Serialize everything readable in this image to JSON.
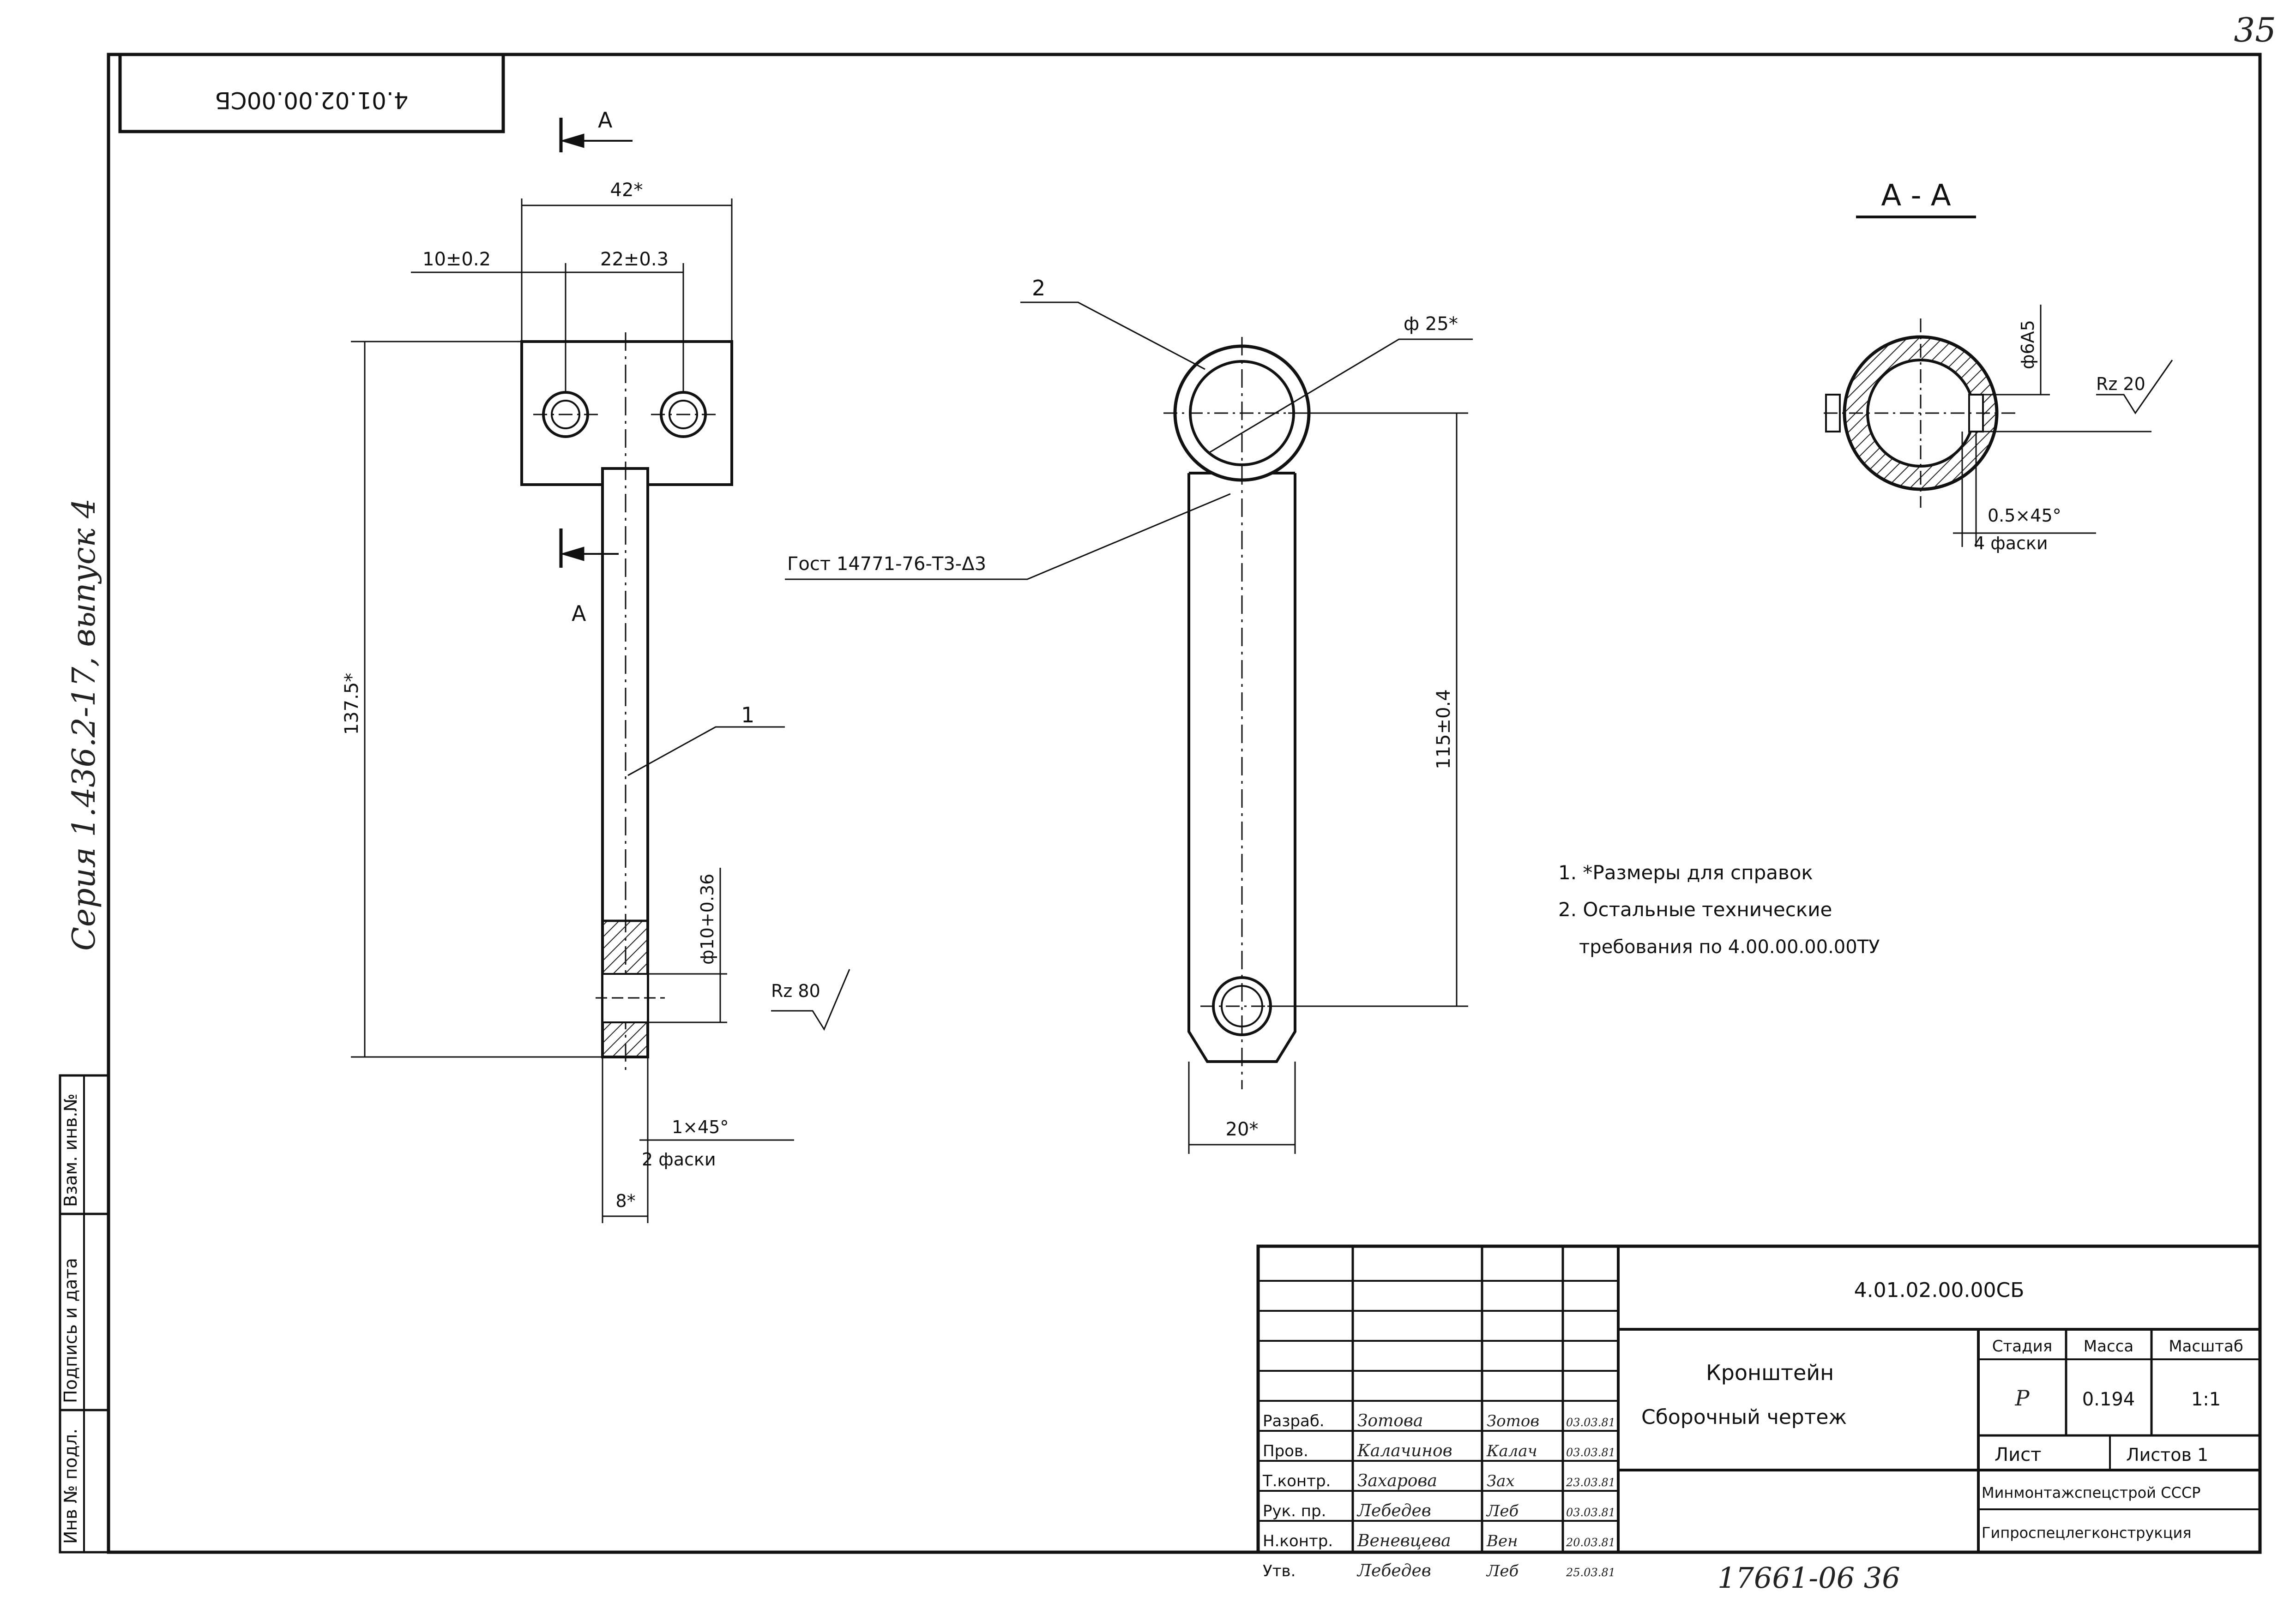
{
  "page": {
    "page_number": "35",
    "footer_code": "17661-06 36"
  },
  "side": {
    "series": "Серия 1.436.2-17, выпуск 4",
    "cells": [
      "Инв № подл.",
      "Подпись и дата",
      "Взам. инв.№"
    ]
  },
  "corner_stamp": "4.01.02.00.00СБ",
  "views": {
    "section_marker": "А",
    "section_title": "А - А",
    "dims": {
      "width_42": "42*",
      "hole_10": "10±0.2",
      "hole_22": "22±0.3",
      "length_137": "137.5*",
      "bore_10": "ф10+0.36",
      "rz80": "Rz 80",
      "chamfer_1": "1×45°",
      "chamfer_1b": "2 фаски",
      "thick_8": "8*",
      "dia_25": "ф 25*",
      "gost": "Гост 14771-76-Т3-Δ3",
      "center_115": "115±0.4",
      "width_20": "20*",
      "bore_6": "ф6А5",
      "rz20": "Rz 20",
      "chamfer_05": "0.5×45°",
      "chamfer_05b": "4 фаски"
    },
    "leaders": {
      "p1": "1",
      "p2": "2"
    }
  },
  "notes": [
    "1. *Размеры для справок",
    "2. Остальные технические",
    "требования по 4.00.00.00.00ТУ"
  ],
  "title_block": {
    "designation": "4.01.02.00.00СБ",
    "name1": "Кронштейн",
    "name2": "Сборочный чертеж",
    "headers": {
      "stage": "Стадия",
      "mass": "Масса",
      "scale": "Масштаб"
    },
    "values": {
      "stage": "Р",
      "mass": "0.194",
      "scale": "1:1"
    },
    "sheet": "Лист",
    "sheets": "Листов 1",
    "org1": "Минмонтажспецстрой СССР",
    "org2": "Гипроспецлегконструкция",
    "roles": [
      {
        "role": "Разраб.",
        "name": "Зотова",
        "sign": "Зотов",
        "date": "03.03.81"
      },
      {
        "role": "Пров.",
        "name": "Калачинов",
        "sign": "Калач",
        "date": "03.03.81"
      },
      {
        "role": "Т.контр.",
        "name": "Захарова",
        "sign": "Зах",
        "date": "23.03.81"
      },
      {
        "role": "Рук. пр.",
        "name": "Лебедев",
        "sign": "Леб",
        "date": "03.03.81"
      },
      {
        "role": "Н.контр.",
        "name": "Веневцева",
        "sign": "Вен",
        "date": "20.03.81"
      },
      {
        "role": "Утв.",
        "name": "Лебедев",
        "sign": "Леб",
        "date": "25.03.81"
      }
    ]
  }
}
